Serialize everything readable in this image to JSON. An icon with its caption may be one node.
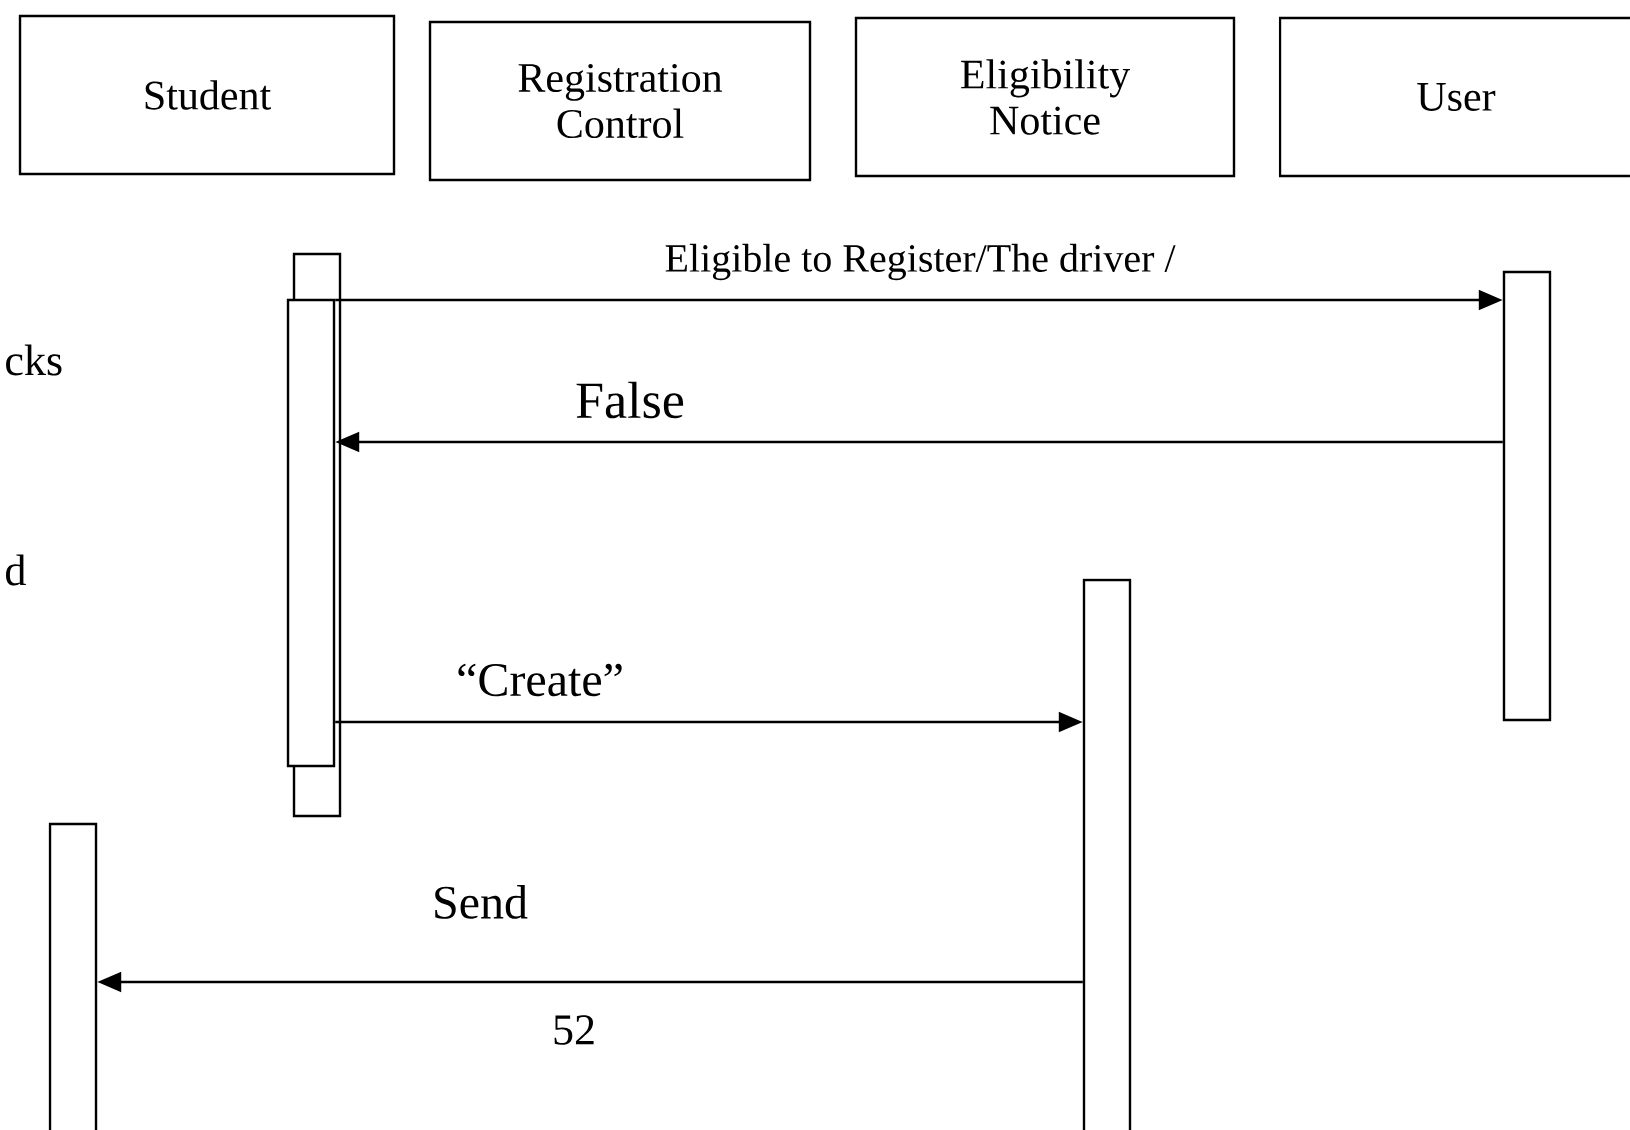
{
  "diagram": {
    "nodes": [
      {
        "text": [
          "Student"
        ]
      },
      {
        "text": [
          "Registration Control"
        ]
      },
      {
        "text": [
          "Eligibility Notice"
        ]
      },
      {
        "text": [
          "User"
        ]
      },
      {
        "text": [],
        "shape": "bar"
      },
      {
        "text": [],
        "shape": "bar"
      },
      {
        "text": [],
        "shape": "bar"
      },
      {
        "text": [],
        "shape": "bar"
      },
      {
        "text": [],
        "shape": "bar"
      }
    ],
    "edges": [
      {
        "from": 5,
        "to": 6,
        "arrow": "to",
        "label": "Eligible to Register/The driver /"
      },
      {
        "from": 6,
        "to": 5,
        "arrow": "to",
        "label": "False"
      },
      {
        "from": 5,
        "to": 7,
        "arrow": "to",
        "label": "“Create”"
      },
      {
        "from": 7,
        "to": 8,
        "arrow": "to",
        "label": "Send"
      }
    ],
    "labels": [
      "cks",
      "d",
      "52"
    ]
  }
}
